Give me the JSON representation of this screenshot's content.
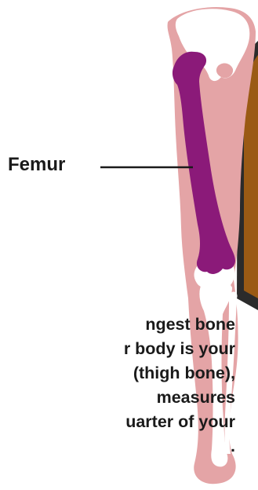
{
  "diagram": {
    "callout_label": "Femur",
    "fact_lines": [
      "ngest bone",
      "r body is your",
      "(thigh bone),",
      "measures",
      "uarter of your",
      "."
    ],
    "highlighted_bone": "femur",
    "colors": {
      "skin": "#e4a4a6",
      "bone": "#ffffff",
      "femur": "#8b1a79",
      "outline": "#2b2b2b",
      "brown_panel": "#9a5a14",
      "text": "#1a1a1a"
    }
  }
}
